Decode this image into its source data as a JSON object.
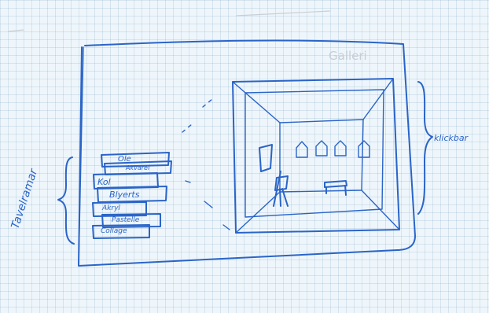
{
  "frame_labels": [
    {
      "id": "ole",
      "text": "Ole"
    },
    {
      "id": "akvarel",
      "text": "Akvarel"
    },
    {
      "id": "kol",
      "text": "Kol"
    },
    {
      "id": "blyerts",
      "text": "Blyerts"
    },
    {
      "id": "akryl",
      "text": "Akryl"
    },
    {
      "id": "pastelle",
      "text": "Pastelle"
    },
    {
      "id": "collage",
      "text": "Collage"
    }
  ],
  "side_label_left": "Tavelramar",
  "side_label_right": "klickbar",
  "faint_header": "Galleri"
}
